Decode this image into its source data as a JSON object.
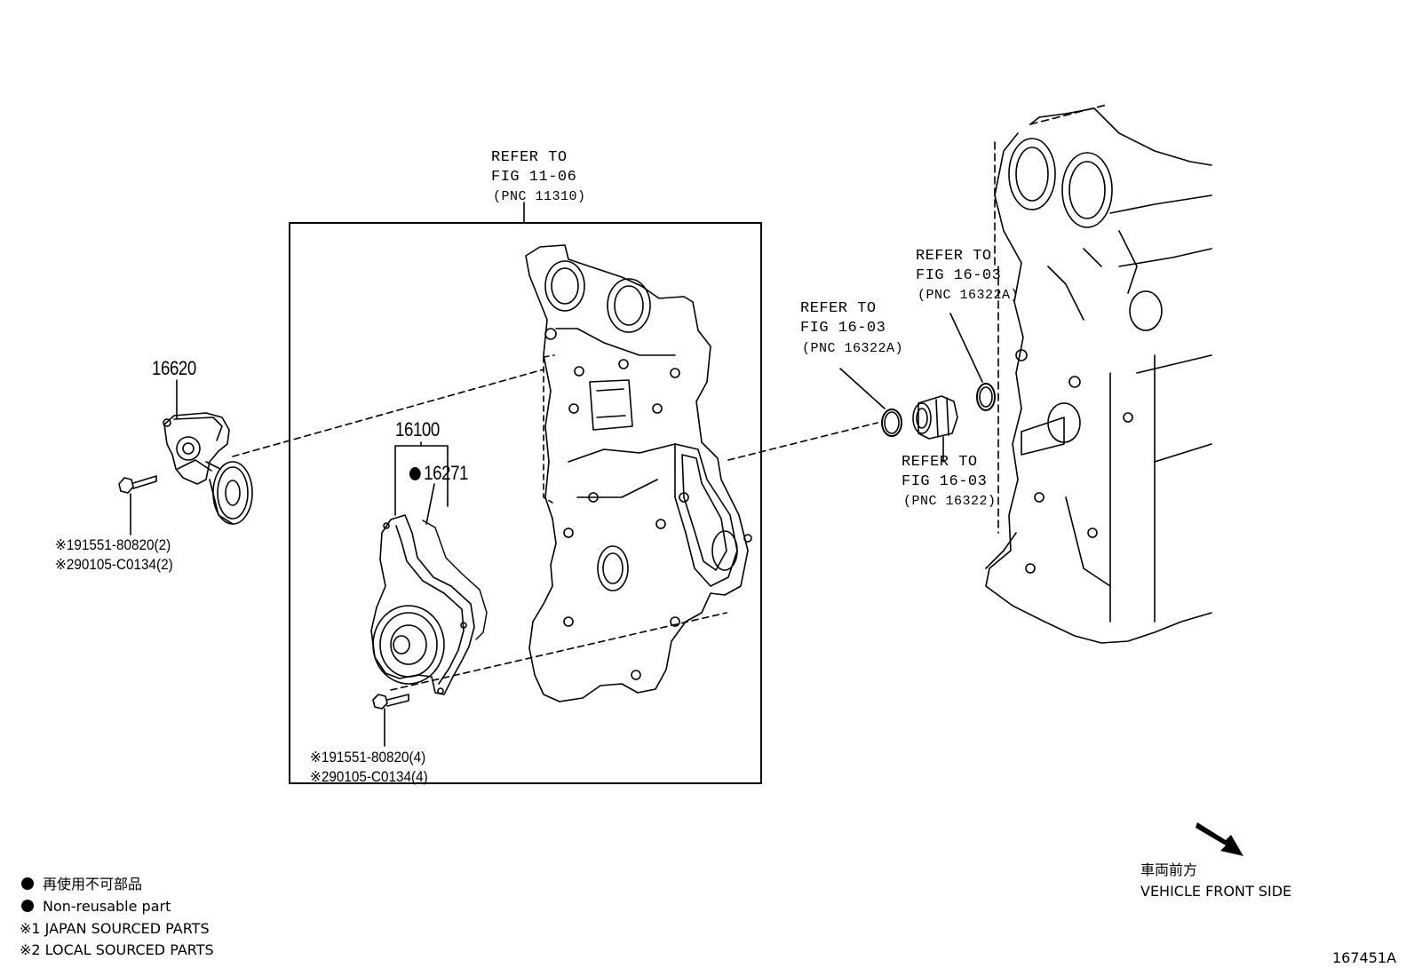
{
  "part_numbers": {
    "tensioner": "16620",
    "water_pump": "16100",
    "gasket": "16271"
  },
  "refer_cover": {
    "l1": "REFER TO",
    "l2": "FIG 11-06",
    "l3": "(PNC 11310)"
  },
  "refer_oring_a": {
    "l1": "REFER TO",
    "l2": "FIG 16-03",
    "l3": "(PNC 16322A)"
  },
  "refer_oring_b": {
    "l1": "REFER TO",
    "l2": "FIG 16-03",
    "l3": "(PNC 16322A)"
  },
  "refer_inlet": {
    "l1": "REFER TO",
    "l2": "FIG 16-03",
    "l3": "(PNC 16322)"
  },
  "bolts_tensioner": {
    "l1": "※191551-80820(2)",
    "l2": "※290105-C0134(2)"
  },
  "bolts_pump": {
    "l1": "※191551-80820(4)",
    "l2": "※290105-C0134(4)"
  },
  "legend": {
    "jp_nonreusable": "再使用不可部品",
    "en_nonreusable": "Non-reusable part",
    "japan_sourced": "※1 JAPAN SOURCED PARTS",
    "local_sourced": "※2 LOCAL SOURCED PARTS"
  },
  "vehicle_front": {
    "jp": "車両前方",
    "en": "VEHICLE FRONT SIDE"
  },
  "figure_id": "167451A"
}
